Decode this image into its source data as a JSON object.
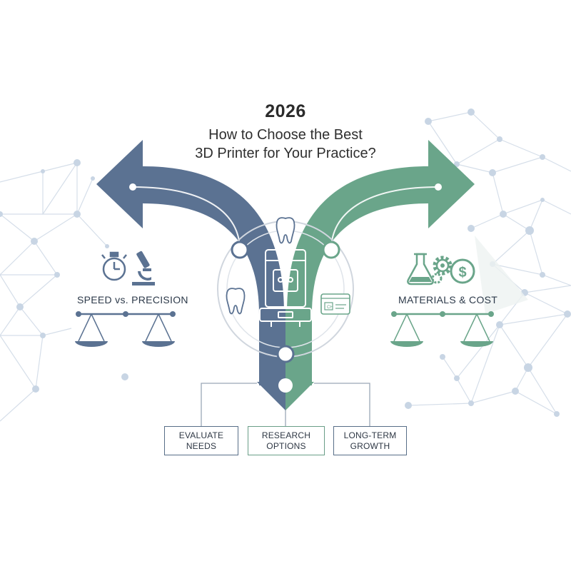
{
  "header": {
    "year": "2026",
    "line1": "How to Choose the Best",
    "line2": "3D Printer for Your Practice?"
  },
  "left_branch": {
    "label": "SPEED vs. PRECISION",
    "icons": [
      "stopwatch-icon",
      "microscope-icon",
      "balance-scale-icon"
    ]
  },
  "right_branch": {
    "label": "MATERIALS & COST",
    "icons": [
      "flask-icon",
      "gear-icon",
      "dollar-coin-icon",
      "balance-scale-icon"
    ]
  },
  "center": {
    "icons": [
      "tooth-icon",
      "3d-printer-icon",
      "tooth-icon",
      "screen-panel-icon"
    ],
    "screen_text": "CH"
  },
  "steps": [
    {
      "label": "EVALUATE\nNEEDS"
    },
    {
      "label": "RESEARCH\nOPTIONS"
    },
    {
      "label": "LONG-TERM\nGROWTH"
    }
  ],
  "colors": {
    "blue": "#5b7292",
    "green": "#6aa58a",
    "network": "#c6d3e2"
  }
}
